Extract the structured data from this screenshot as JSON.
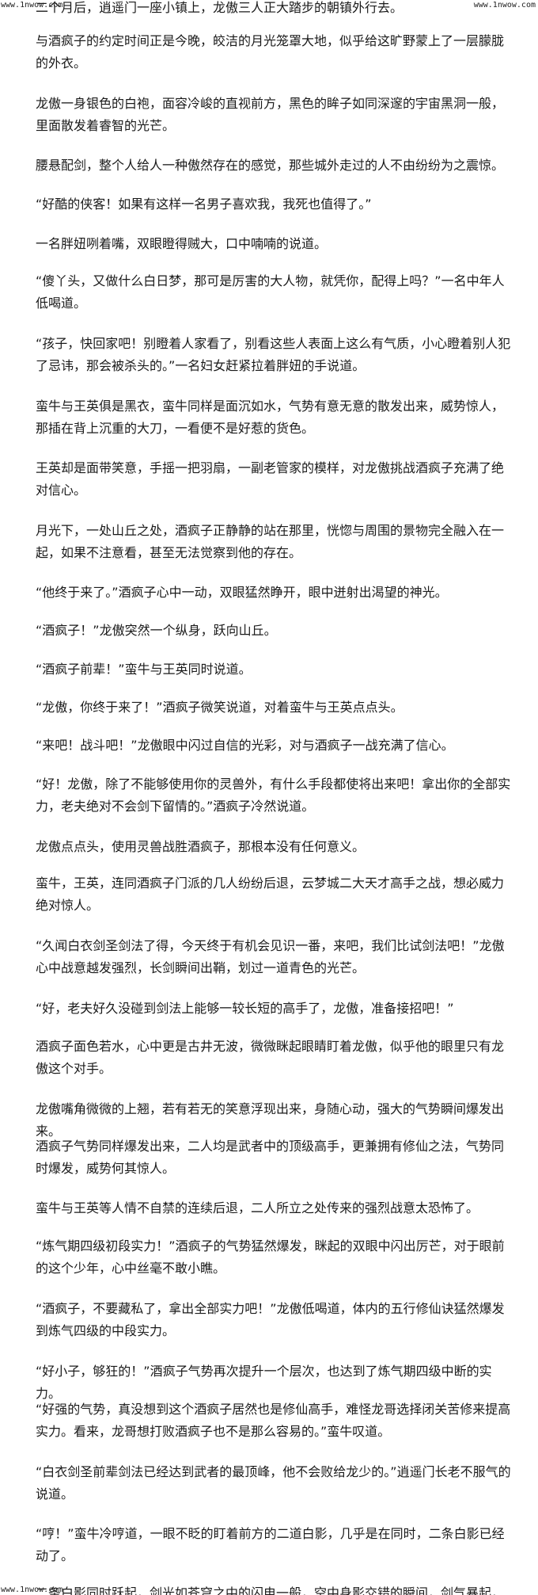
{
  "watermark": {
    "top_left": "www.1nwow.com",
    "top_right": "www.1nwow.com",
    "bottom_left": "www.1nwow.com"
  },
  "paragraphs": [
    "二个月后，逍遥门一座小镇上，龙傲三人正大踏步的朝镇外行去。",
    "与酒疯子的约定时间正是今晚，皎洁的月光笼罩大地，似乎给这旷野蒙上了一层朦胧的外衣。",
    "龙傲一身银色的白袍，面容冷峻的直视前方，黑色的眸子如同深邃的宇宙黑洞一般，里面散发着睿智的光芒。",
    "腰悬配剑，整个人给人一种傲然存在的感觉，那些城外走过的人不由纷纷为之震惊。",
    "“好酷的侠客！如果有这样一名男子喜欢我，我死也值得了。”",
    "一名胖妞咧着嘴，双眼瞪得贼大，口中喃喃的说道。",
    "“傻丫头，又做什么白日梦，那可是厉害的大人物，就凭你，配得上吗？”一名中年人低喝道。",
    "“孩子，快回家吧！别瞪着人家看了，别看这些人表面上这么有气质，小心瞪着别人犯了忌讳，那会被杀头的。”一名妇女赶紧拉着胖妞的手说道。",
    "蛮牛与王英俱是黑衣，蛮牛同样是面沉如水，气势有意无意的散发出来，威势惊人，那插在背上沉重的大刀，一看便不是好惹的货色。",
    "王英却是面带笑意，手摇一把羽扇，一副老管家的模样，对龙傲挑战酒疯子充满了绝对信心。",
    "月光下，一处山丘之处，酒疯子正静静的站在那里，恍惚与周围的景物完全融入在一起，如果不注意看，甚至无法觉察到他的存在。",
    "“他终于来了。”酒疯子心中一动，双眼猛然睁开，眼中迸射出渴望的神光。",
    "“酒疯子！”龙傲突然一个纵身，跃向山丘。",
    "“酒疯子前辈！”蛮牛与王英同时说道。",
    "“龙傲，你终于来了！”酒疯子微笑说道，对着蛮牛与王英点点头。",
    "“来吧！战斗吧！”龙傲眼中闪过自信的光彩，对与酒疯子一战充满了信心。",
    "“好！龙傲，除了不能够使用你的灵兽外，有什么手段都使将出来吧！拿出你的全部实力，老夫绝对不会剑下留情的。”酒疯子冷然说道。",
    "龙傲点点头，使用灵兽战胜酒疯子，那根本没有任何意义。",
    "蛮牛，王英，连同酒疯子门派的几人纷纷后退，云梦城二大天才高手之战，想必威力绝对惊人。",
    "“久闻白衣剑圣剑法了得，今天终于有机会见识一番，来吧，我们比试剑法吧！”龙傲心中战意越发强烈，长剑瞬间出鞘，划过一道青色的光芒。",
    "“好，老夫好久没碰到剑法上能够一较长短的高手了，龙傲，准备接招吧！”",
    "酒疯子面色若水，心中更是古井无波，微微眯起眼睛盯着龙傲，似乎他的眼里只有龙傲这个对手。",
    "龙傲嘴角微微的上翘，若有若无的笑意浮现出来，身随心动，强大的气势瞬间爆发出来。",
    "酒疯子气势同样爆发出来，二人均是武者中的顶级高手，更兼拥有修仙之法，气势同时爆发，威势何其惊人。",
    "蛮牛与王英等人情不自禁的连续后退，二人所立之处传来的强烈战意太恐怖了。",
    "“炼气期四级初段实力！”酒疯子的气势猛然爆发，眯起的双眼中闪出厉芒，对于眼前的这个少年，心中丝毫不敢小瞧。",
    "“酒疯子，不要藏私了，拿出全部实力吧！”龙傲低喝道，体内的五行修仙诀猛然爆发到炼气四级的中段实力。",
    "“好小子，够狂的！”酒疯子气势再次提升一个层次，也达到了炼气期四级中断的实力。",
    "“好强的气势，真没想到这个酒疯子居然也是修仙高手，难怪龙哥选择闭关苦修来提高实力。看来，龙哥想打败酒疯子也不是那么容易的。”蛮牛叹道。",
    "“白衣剑圣前辈剑法已经达到武者的最顶峰，他不会败给龙少的。”逍遥门长老不服气的说道。",
    "“哼！”蛮牛冷哼道，一眼不眨的盯着前方的二道白影，几乎是在同时，二条白影已经动了。",
    "二条白影同时跃起，剑光如苍穹之中的闪电一般，空中身影交错的瞬间，剑气暴起，一阵阵的金铁之声传来，数十朵剑花将二人完全笼罩其中。"
  ]
}
